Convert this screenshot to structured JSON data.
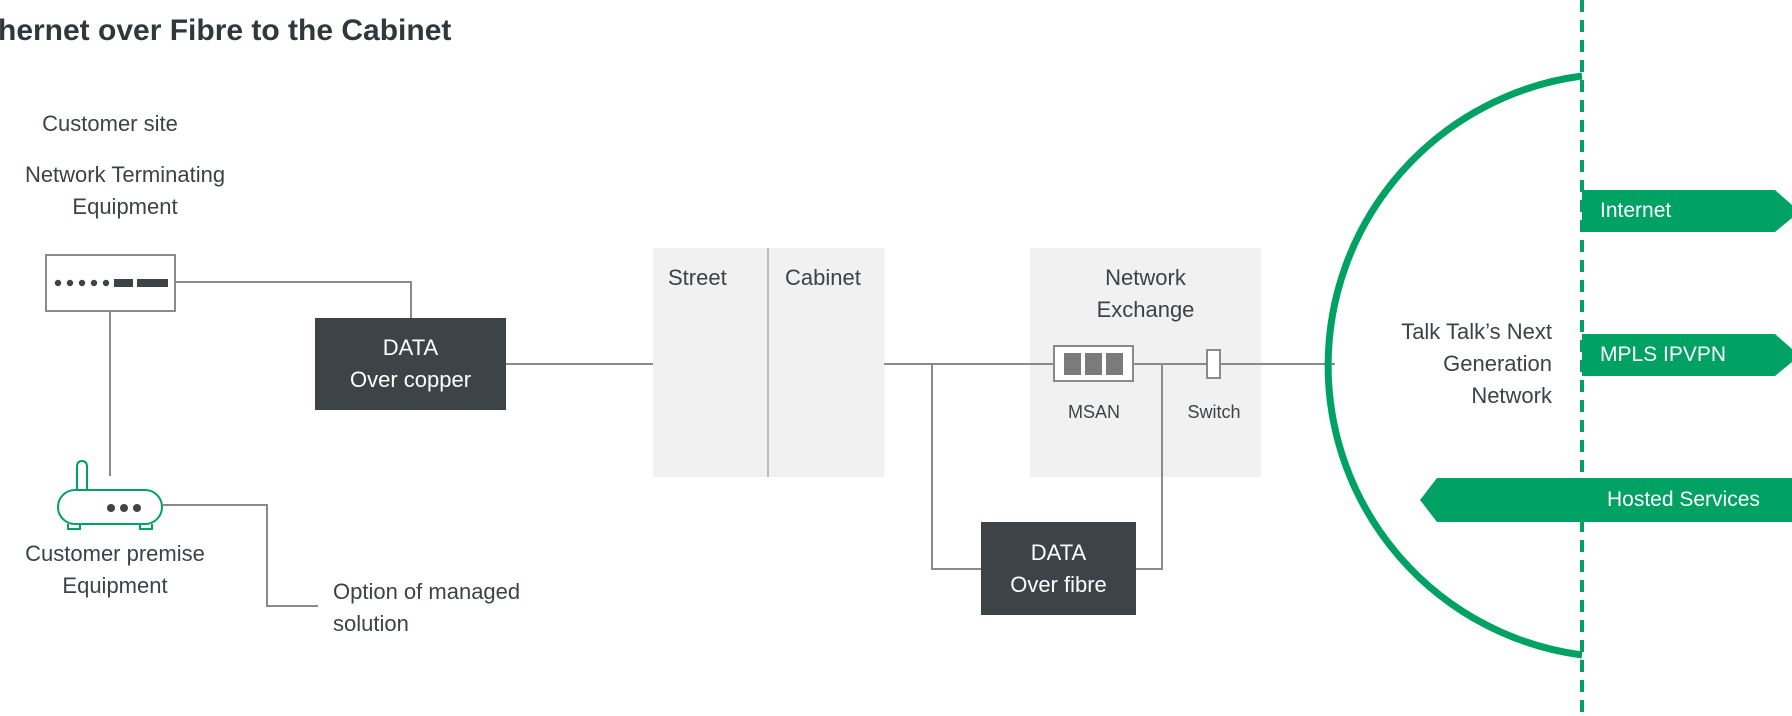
{
  "title": "thernet over Fibre to the Cabinet",
  "customer_site": {
    "heading": "Customer site",
    "nte_line1": "Network Terminating",
    "nte_line2": "Equipment"
  },
  "copper_box": {
    "line1": "DATA",
    "line2": "Over copper"
  },
  "cpe": {
    "line1": "Customer premise",
    "line2": "Equipment"
  },
  "managed": {
    "line1": "Option of managed",
    "line2": "solution"
  },
  "street_cabinet": {
    "street": "Street",
    "cabinet": "Cabinet"
  },
  "exchange": {
    "line1": "Network",
    "line2": "Exchange",
    "msan": "MSAN",
    "switch": "Switch"
  },
  "fibre_box": {
    "line1": "DATA",
    "line2": "Over fibre"
  },
  "ngn": {
    "line1": "Talk Talk’s Next",
    "line2": "Generation",
    "line3": "Network"
  },
  "services": {
    "internet": "Internet",
    "mpls": "MPLS IPVPN",
    "hosted": "Hosted Services"
  },
  "colors": {
    "green": "#00a264",
    "dark": "#3c4448",
    "grey_box": "#f1f1f1",
    "line": "#8a8a8a"
  }
}
